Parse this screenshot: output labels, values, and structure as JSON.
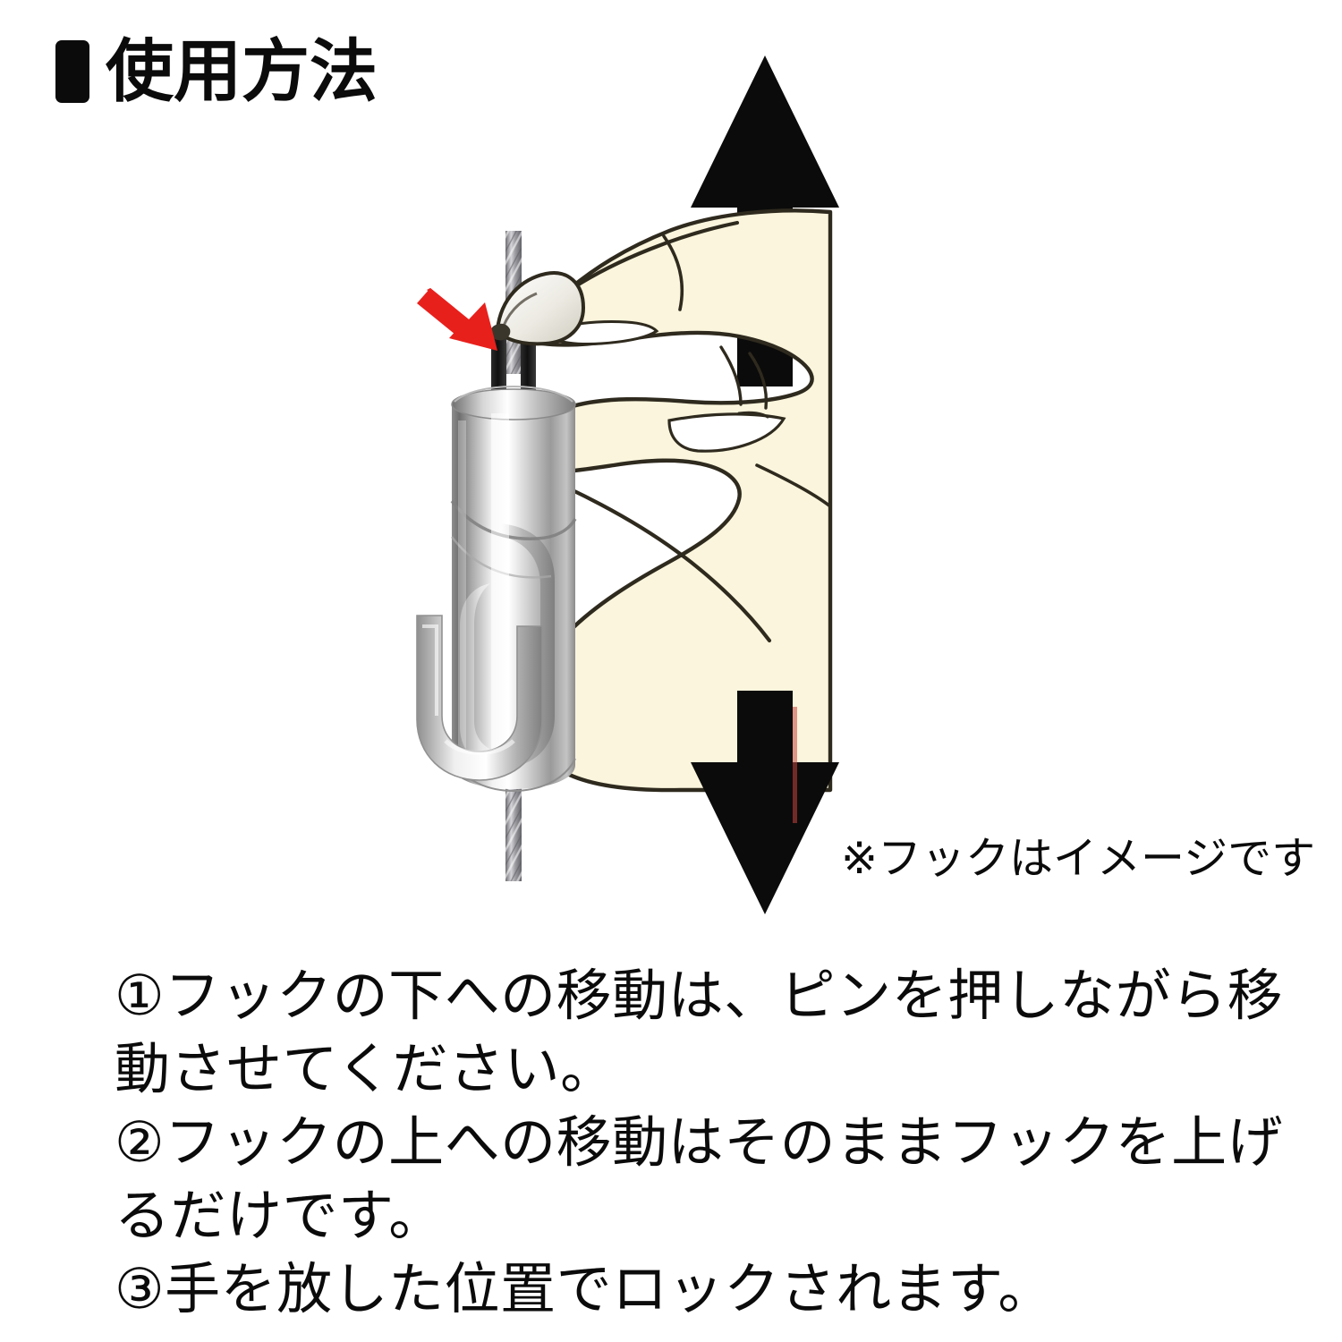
{
  "heading": {
    "bullet_icon": "square-bullet-icon",
    "text": "使用方法"
  },
  "illustration": {
    "caption": "※フックはイメージです",
    "colors": {
      "skin": "#FAF5DC",
      "skin_outline": "#2F2A1E",
      "metal_dark": "#5A5A5A",
      "metal_mid": "#9B9B9B",
      "metal_light": "#FFFFFF",
      "cable": "#8A8A8E",
      "arrow_black": "#0B0B0B",
      "arrow_red": "#E8201C",
      "pin_dark": "#151515",
      "background": "#FFFFFF"
    },
    "elements": {
      "up_arrow": "arrow-up-icon",
      "down_arrow": "arrow-down-icon",
      "red_pointer_arrow": "arrow-red-pointer-icon",
      "pin": "pin-icon",
      "hook_body": "hook-body-icon",
      "hook_j": "hook-j-icon",
      "cable": "steel-cable-icon",
      "hand": "hand-icon",
      "thumbnail": "thumbnail-icon"
    }
  },
  "instructions": {
    "lines": [
      "①フックの下への移動は、ピンを押しながら移",
      "動させてください。",
      "②フックの上への移動はそのままフックを上げ",
      "るだけです。",
      "③手を放した位置でロックされます。"
    ]
  }
}
